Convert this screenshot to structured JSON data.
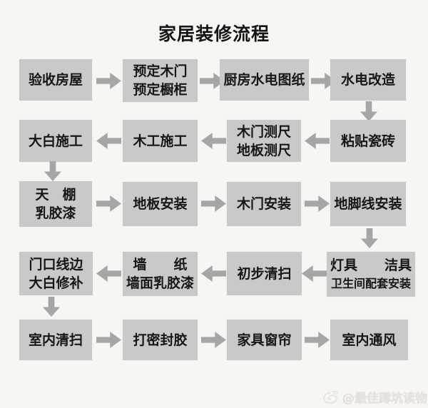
{
  "title": "家居装修流程",
  "colors": {
    "background": "#f7f6f3",
    "box_fill": "#c9c9c9",
    "arrow": "#a6a6a6",
    "text": "#161616",
    "watermark": "#e6e2db"
  },
  "flow": {
    "rows": [
      {
        "direction": "right",
        "boxes": [
          {
            "lines": [
              "验收房屋"
            ]
          },
          {
            "lines": [
              "预定木门",
              "预定橱柜"
            ]
          },
          {
            "lines": [
              "厨房水电图纸"
            ]
          },
          {
            "lines": [
              "水电改造"
            ]
          }
        ]
      },
      {
        "direction": "left",
        "boxes": [
          {
            "lines": [
              "大白施工"
            ]
          },
          {
            "lines": [
              "木工施工"
            ]
          },
          {
            "lines": [
              "木门测尺",
              "地板测尺"
            ]
          },
          {
            "lines": [
              "粘贴瓷砖"
            ]
          }
        ]
      },
      {
        "direction": "right",
        "boxes": [
          {
            "lines": [
              "天　棚",
              "乳胶漆"
            ]
          },
          {
            "lines": [
              "地板安装"
            ]
          },
          {
            "lines": [
              "木门安装"
            ]
          },
          {
            "lines": [
              "地脚线安装"
            ]
          }
        ]
      },
      {
        "direction": "left",
        "boxes": [
          {
            "lines": [
              "门口线边",
              "大白修补"
            ]
          },
          {
            "lines": [
              "墙　　纸",
              "墙面乳胶漆"
            ]
          },
          {
            "lines": [
              "初步清扫"
            ]
          },
          {
            "lines": [
              "灯具　　洁具",
              "卫生间配套安装"
            ]
          }
        ]
      },
      {
        "direction": "right",
        "boxes": [
          {
            "lines": [
              "室内清扫"
            ]
          },
          {
            "lines": [
              "打密封胶"
            ]
          },
          {
            "lines": [
              "家具窗帘"
            ]
          },
          {
            "lines": [
              "室内通风"
            ]
          }
        ]
      }
    ],
    "down_links": [
      "水电改造→粘贴瓷砖",
      "大白施工→天棚乳胶漆",
      "地脚线安装→灯具洁具卫生间配套安装",
      "门口线边大白修补→室内清扫"
    ]
  },
  "watermark": {
    "icon": "weibo-logo",
    "text": "@最佳蹲坑读物"
  }
}
